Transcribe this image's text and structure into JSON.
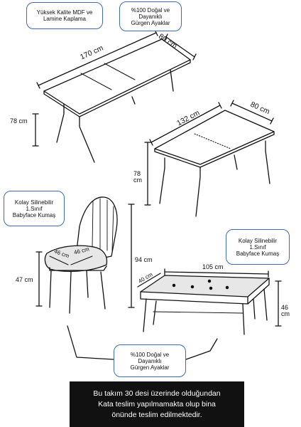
{
  "callouts": {
    "mdf": [
      "Yüksek Kalite MDF ve",
      "Lamine Kaplama"
    ],
    "legs_top": [
      "%100 Doğal ve",
      "Dayanıklı",
      "Gürgen Ayaklar"
    ],
    "chair_fabric": [
      "Kolay Silinebilir",
      "1.Sınıf",
      "Babyface Kumaş"
    ],
    "bench_fabric": [
      "Kolay Silinebilir",
      "1.Sınıf",
      "Babyface Kumaş"
    ],
    "legs_bottom": [
      "%100 Doğal ve",
      "Dayanıklı",
      "Gürgen Ayaklar"
    ]
  },
  "dimensions": {
    "table1_length": "170 cm",
    "table1_width": "80 cm",
    "table1_height": "78 cm",
    "table2_length": "132 cm",
    "table2_width": "80 cm",
    "table2_height": "78 cm",
    "chair_seat_depth": "46 cm",
    "chair_seat_width": "46 cm",
    "chair_height": "94 cm",
    "chair_seat_height": "47 cm",
    "bench_depth": "40 cm",
    "bench_length": "105 cm",
    "bench_height": "46 cm"
  },
  "notice": [
    "Bu takım 30 desi üzerinde olduğundan",
    "Kata teslim yapılmamakta olup bina",
    "önünde teslim edilmektedir."
  ],
  "colors": {
    "callout_border": "#3d6bb0",
    "line": "#111111",
    "seat": "#e7e7e7",
    "notice_bg": "#111111"
  }
}
